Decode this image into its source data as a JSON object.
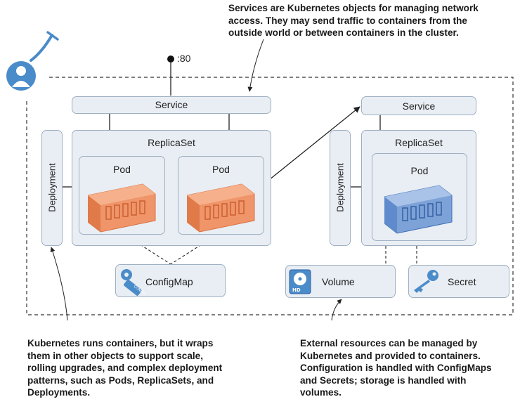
{
  "port_label": ":80",
  "callouts": {
    "services": [
      "Services are Kubernetes objects for managing network",
      "access. They may send traffic to containers from the",
      "outside world or between containers in the cluster."
    ],
    "kubernetes": [
      "Kubernetes runs containers, but it wraps",
      "them in other objects to support scale,",
      "rolling upgrades, and complex deployment",
      "patterns, such as Pods, ReplicaSets, and",
      "Deployments."
    ],
    "external": [
      "External resources can be managed by",
      "Kubernetes and provided to containers.",
      "Configuration is handled with ConfigMaps",
      "and Secrets; storage is handled with",
      "volumes."
    ]
  },
  "left_app": {
    "service": "Service",
    "deployment": "Deployment",
    "replicaset": "ReplicaSet",
    "pods": [
      "Pod",
      "Pod"
    ],
    "configmap": "ConfigMap",
    "configmap_icon_text": "CONFIG"
  },
  "right_app": {
    "service": "Service",
    "deployment": "Deployment",
    "replicaset": "ReplicaSet",
    "pod": "Pod",
    "volume": "Volume",
    "volume_icon_text": "HD",
    "secret": "Secret"
  },
  "colors": {
    "box_fill": "#e9eef4",
    "box_border": "#9fb0c2",
    "container_orange": "#f0956a",
    "container_blue": "#7da2d8",
    "user_blue": "#4a8bc9"
  },
  "icons": [
    "user-icon",
    "container-icon",
    "configmap-icon",
    "hard-drive-icon",
    "key-icon"
  ]
}
